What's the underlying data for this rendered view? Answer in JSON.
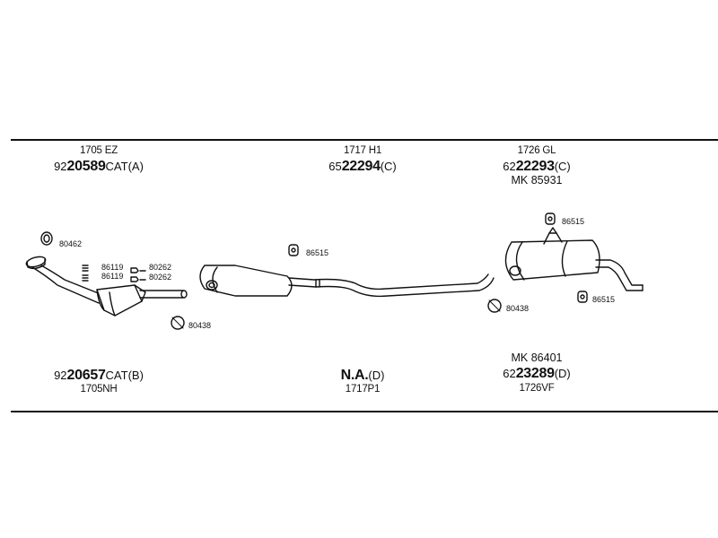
{
  "sections": {
    "front": {
      "top_code": "1705 EZ",
      "top_part": {
        "prefix": "92",
        "main": "20589",
        "suffix": "CAT(A)"
      },
      "bottom_part": {
        "prefix": "92",
        "main": "20657",
        "suffix": "CAT(B)"
      },
      "bottom_code": "1705NH"
    },
    "middle": {
      "top_code": "1717 H1",
      "top_part": {
        "prefix": "65",
        "main": "22294",
        "suffix": "(C)"
      },
      "bottom_part": {
        "prefix": "",
        "main": "N.A.",
        "suffix": "(D)"
      },
      "bottom_code": "1717P1"
    },
    "rear": {
      "top_code": "1726 GL",
      "top_part": {
        "prefix": "62",
        "main": "22293",
        "suffix": "(C)"
      },
      "top_kit": "MK  85931",
      "bottom_kit": "MK  86401",
      "bottom_part": {
        "prefix": "62",
        "main": "23289",
        "suffix": "(D)"
      },
      "bottom_code": "1726VF"
    }
  },
  "callouts": {
    "gasket_front": "80462",
    "bolt_1": "86119",
    "bolt_2": "86119",
    "nut_1": "80262",
    "nut_2": "80262",
    "clamp_front": "80438",
    "hanger_mid": "86515",
    "hanger_rear_top": "86515",
    "clamp_rear": "80438",
    "hanger_rear_bottom": "86515"
  }
}
